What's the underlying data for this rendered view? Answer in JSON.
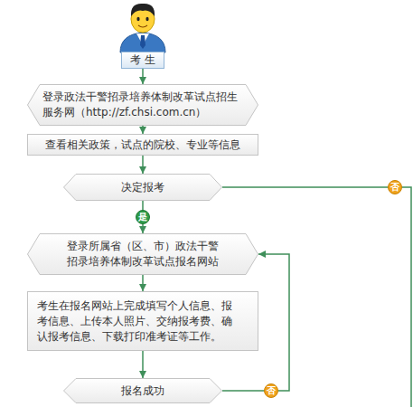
{
  "diagram": {
    "nodes": [
      {
        "text": [
          "考 生"
        ]
      },
      {
        "text": [
          "登录政法干警招录培养体制改革试点招生 服务网（http://zf.chsi.com.cn）"
        ]
      },
      {
        "text": [
          "查看相关政策，试点的院校、专业等信息"
        ]
      },
      {
        "text": [
          "决定报考"
        ]
      },
      {
        "text": [
          "登录所属省（区、市）政法干警 招录培养体制改革试点报名网站"
        ]
      },
      {
        "text": [
          "考生在报名网站上完成填写个人信息、报 考信息、上传本人照片、交纳报考费、确 认报考信息、下载打印准考证等工作。"
        ]
      },
      {
        "text": [
          "报名成功"
        ]
      }
    ],
    "edges": [
      {
        "from": 0,
        "to": 1,
        "arrow": "to"
      },
      {
        "from": 1,
        "to": 2,
        "arrow": "to"
      },
      {
        "from": 2,
        "to": 3,
        "arrow": "to"
      },
      {
        "from": 3,
        "to": 4,
        "label": "是",
        "arrow": "to"
      },
      {
        "from": 4,
        "to": 5,
        "arrow": "to"
      },
      {
        "from": 5,
        "to": 6,
        "arrow": "to"
      },
      {
        "from": 6,
        "to": 4,
        "label": "否",
        "arrow": "to"
      }
    ],
    "labels": [
      "否"
    ]
  }
}
